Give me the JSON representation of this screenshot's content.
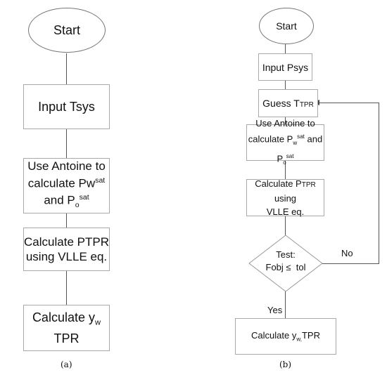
{
  "flowchart_a": {
    "start": "Start",
    "input": "Input Tsys",
    "antoine_line1": "Use Antoine to",
    "antoine_line2_pre": "calculate Pw",
    "antoine_line2_sup": "sat",
    "antoine_line3_pre": "and P",
    "antoine_line3_sub": "o",
    "antoine_line3_sup": "sat",
    "calc_line1": "Calculate PTPR",
    "calc_line2": "using VLLE eq.",
    "yw_line1_pre": "Calculate y",
    "yw_line1_sub": "w",
    "yw_line2": "TPR",
    "caption": "(a)"
  },
  "flowchart_b": {
    "start": "Start",
    "input": "Input Psys",
    "guess_pre": "Guess T",
    "guess_sub": "TPR",
    "antoine_line1": "Use Antoine to",
    "antoine_line2_a": "calculate P",
    "antoine_line2_sub_w": "w",
    "antoine_line2_sup_w": "sat",
    "antoine_line2_b": " and P",
    "antoine_line2_sub_o": "o",
    "antoine_line2_sup_o": "sat",
    "calc_line1_pre": "Calculate P",
    "calc_line1_sub": "TPR",
    "calc_line1_post": " using",
    "calc_line2": "VLLE eq.",
    "test_line1": "Test:",
    "test_line2": "Fobj ≤  tol",
    "no_label": "No",
    "yes_label": "Yes",
    "final_pre": "Calculate y",
    "final_sub": "w,",
    "final_post": "TPR",
    "caption": "(b)"
  }
}
